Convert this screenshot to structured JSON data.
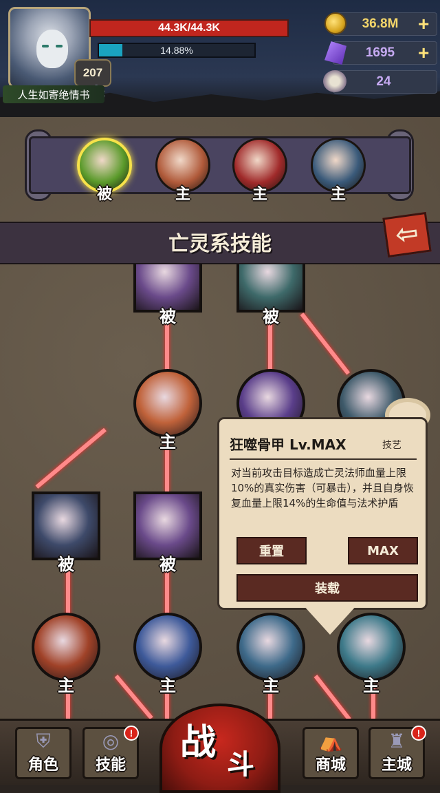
{
  "player": {
    "name": "人生如寄绝情书",
    "level": "207",
    "hp": "44.3K/44.3K",
    "xp_percent_text": "14.88%",
    "xp_fraction": 0.1488
  },
  "resources": {
    "gold": "36.8M",
    "gems": "1695",
    "souls": "24",
    "plus": "+"
  },
  "equipped_skills": [
    {
      "label": "被",
      "icon": "green-branch-skill-icon",
      "selected": true
    },
    {
      "label": "主",
      "icon": "flaming-skulls-skill-icon",
      "selected": false
    },
    {
      "label": "主",
      "icon": "screaming-ghoul-skill-icon",
      "selected": false
    },
    {
      "label": "主",
      "icon": "hooded-reaper-skill-icon",
      "selected": false
    }
  ],
  "section_title": "亡灵系技能",
  "back_button": "arrow-left-icon",
  "tree_nodes": [
    {
      "label": "被",
      "shape": "square",
      "icon": "bone-claw-skill-icon",
      "color": "#6a4a8a"
    },
    {
      "label": "被",
      "shape": "square",
      "icon": "bone-tomb-skill-icon",
      "color": "#3e6a6a"
    },
    {
      "label": "主",
      "shape": "round",
      "icon": "flaming-skulls-skill-icon",
      "color": "#c0623a"
    },
    {
      "label": "",
      "shape": "round",
      "icon": "skeleton-summon-skill-icon",
      "color": "#5a3e8a"
    },
    {
      "label": "",
      "shape": "round",
      "icon": "shadow-cloak-skill-icon",
      "color": "#3e5a6a"
    },
    {
      "label": "被",
      "shape": "square",
      "icon": "blood-reaper-skill-icon",
      "color": "#3e4a6a"
    },
    {
      "label": "被",
      "shape": "square",
      "icon": "cursed-hand-skill-icon",
      "color": "#6a4a8a"
    },
    {
      "label": "主",
      "shape": "round",
      "icon": "blood-flame-skill-icon",
      "color": "#a04228"
    },
    {
      "label": "主",
      "shape": "round",
      "icon": "screaming-ghoul-skill-icon",
      "color": "#3e5a9a"
    },
    {
      "label": "主",
      "shape": "round",
      "icon": "shadow-claw-skill-icon",
      "color": "#3e6a8a"
    },
    {
      "label": "主",
      "shape": "round",
      "icon": "bone-scythe-skill-icon",
      "color": "#3e7a8a"
    }
  ],
  "tooltip": {
    "title": "狂噬骨甲 Lv.MAX",
    "tag": "技艺",
    "description": "对当前攻击目标造成亡灵法师血量上限10%的真实伤害（可暴击），并且自身恢复血量上限14%的生命值与法术护盾",
    "reset_label": "重置",
    "max_label": "MAX",
    "equip_label": "装载"
  },
  "nav": {
    "character": "角色",
    "skills": "技能",
    "battle_1": "战",
    "battle_2": "斗",
    "shop": "商城",
    "main_city": "主城",
    "badge": "!"
  }
}
